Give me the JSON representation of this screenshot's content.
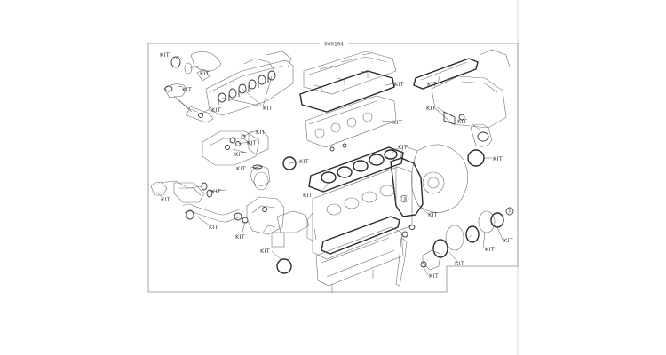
{
  "diagram": {
    "reference_number": "040104",
    "kit_label": "KIT",
    "callout_symbol": "X",
    "kit_callouts": [
      "KIT",
      "KIT",
      "KIT",
      "KIT",
      "KIT",
      "KIT",
      "KIT",
      "KIT",
      "KIT",
      "KIT",
      "KIT",
      "KIT",
      "KIT",
      "KIT",
      "KIT",
      "KIT",
      "KIT",
      "KIT",
      "KIT",
      "KIT",
      "KIT",
      "KIT",
      "KIT",
      "KIT",
      "KIT",
      "KIT",
      "KIT",
      "KIT"
    ]
  }
}
